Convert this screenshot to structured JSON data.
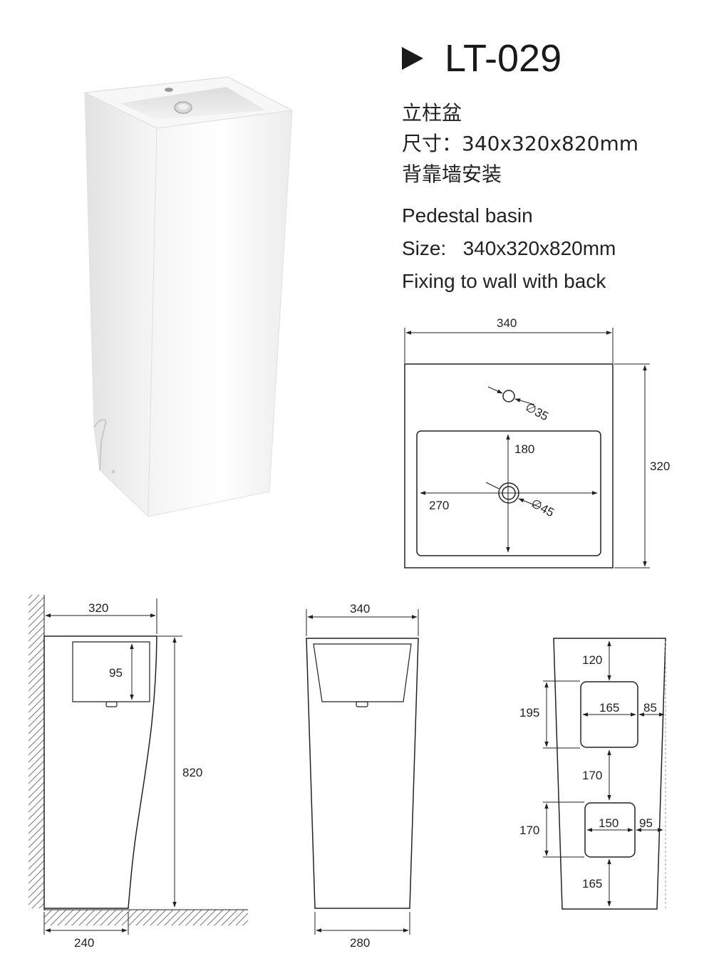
{
  "header": {
    "model": "LT-029"
  },
  "info_cn": {
    "line1": "立柱盆",
    "line2": "尺寸：340x320x820mm",
    "line3": "背靠墙安装"
  },
  "info_en": {
    "line1": "Pedestal basin",
    "line2": "Size:   340x320x820mm",
    "line3": "Fixing to wall with back"
  },
  "top_view": {
    "width": "340",
    "depth": "320",
    "tap_hole": "∅35",
    "bowl_depth": "180",
    "bowl_width": "270",
    "drain": "∅45"
  },
  "side_view": {
    "depth": "320",
    "bowl_height": "95",
    "height": "820",
    "base_depth": "240"
  },
  "front_view": {
    "width": "340",
    "base_width": "280"
  },
  "back_view": {
    "top_gap": "120",
    "upper_hole_height": "195",
    "upper_hole_width": "165",
    "upper_hole_edge": "85",
    "middle_gap": "170",
    "lower_hole_height": "170",
    "lower_hole_width": "150",
    "lower_hole_edge": "95",
    "bottom_gap": "165"
  }
}
